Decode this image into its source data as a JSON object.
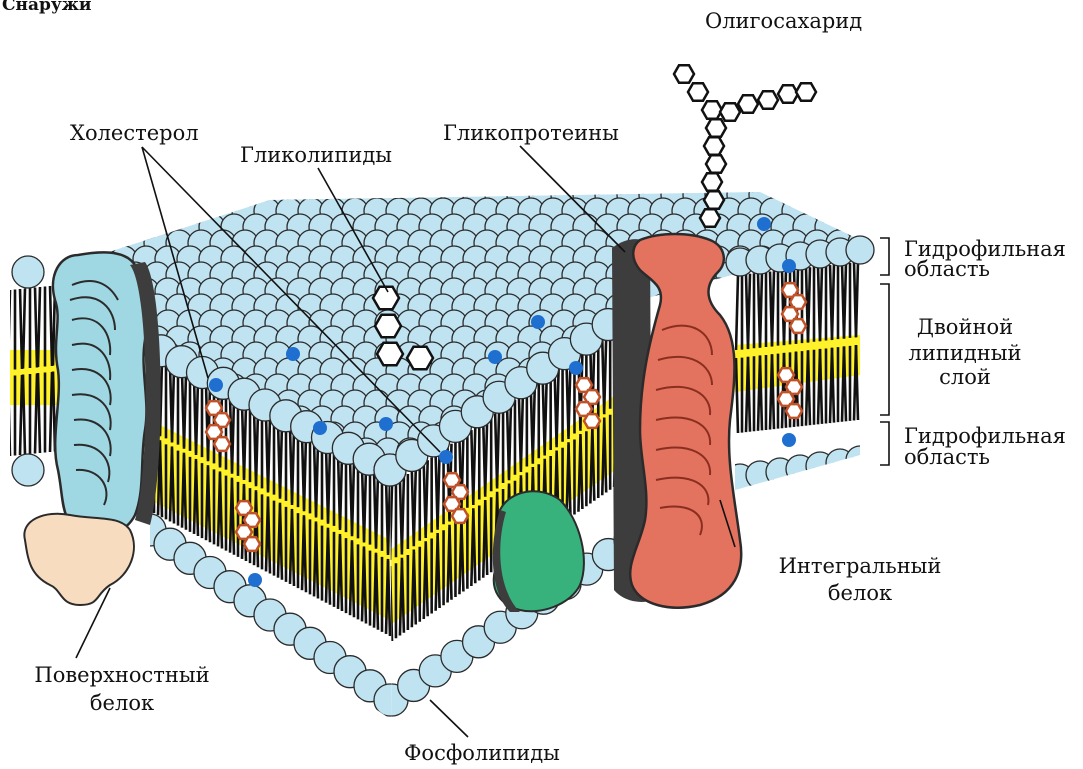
{
  "labels": {
    "outside": "Снаружи",
    "oligosaccharide": "Олигосахарид",
    "cholesterol": "Холестерол",
    "glycolipids": "Гликолипиды",
    "glycoproteins": "Гликопротеины",
    "hydrophilic_top": [
      "Гидрофильная",
      "область"
    ],
    "bilayer": [
      "Двойной",
      "липидный",
      "слой"
    ],
    "hydrophilic_bottom": [
      "Гидрофильная",
      "область"
    ],
    "integral_protein": [
      "Интегральный",
      "белок"
    ],
    "surface_protein": [
      "Поверхностный",
      "белок"
    ],
    "phospholipids": "Фосфолипиды"
  },
  "colors": {
    "head": "#bfe3f1",
    "head_stroke": "#2b2b2b",
    "core": "#fff22a",
    "tail": "#111111",
    "dot": "#1f6fd0",
    "cholesterol_ring": "#c0522a",
    "left_protein": "#9fd7e2",
    "right_protein": "#e3735e",
    "surface_protein": "#f8dcc0",
    "green_protein": "#38b27c"
  }
}
